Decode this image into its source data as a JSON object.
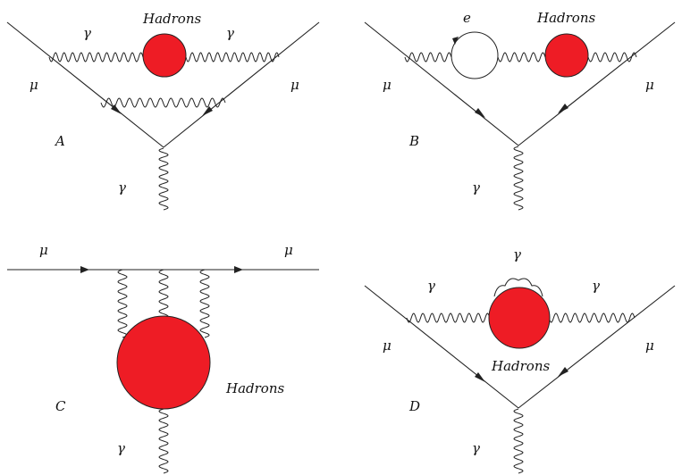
{
  "colors": {
    "hadron_fill": "#ee1c25",
    "lepton_loop_fill": "#ffffff",
    "ink": "#222222"
  },
  "diagrams": {
    "A": {
      "label": "A",
      "blob_label": "Hadrons",
      "photon_left": "γ",
      "photon_right": "γ",
      "photon_bottom": "γ",
      "muon_left": "μ",
      "muon_right": "μ"
    },
    "B": {
      "label": "B",
      "loop_label": "e",
      "blob_label": "Hadrons",
      "photon_bottom": "γ",
      "muon_left": "μ",
      "muon_right": "μ"
    },
    "C": {
      "label": "C",
      "blob_label": "Hadrons",
      "photon_bottom": "γ",
      "muon_left": "μ",
      "muon_right": "μ"
    },
    "D": {
      "label": "D",
      "blob_label": "Hadrons",
      "photon_top": "γ",
      "photon_left": "γ",
      "photon_right": "γ",
      "photon_bottom": "γ",
      "muon_left": "μ",
      "muon_right": "μ"
    }
  }
}
